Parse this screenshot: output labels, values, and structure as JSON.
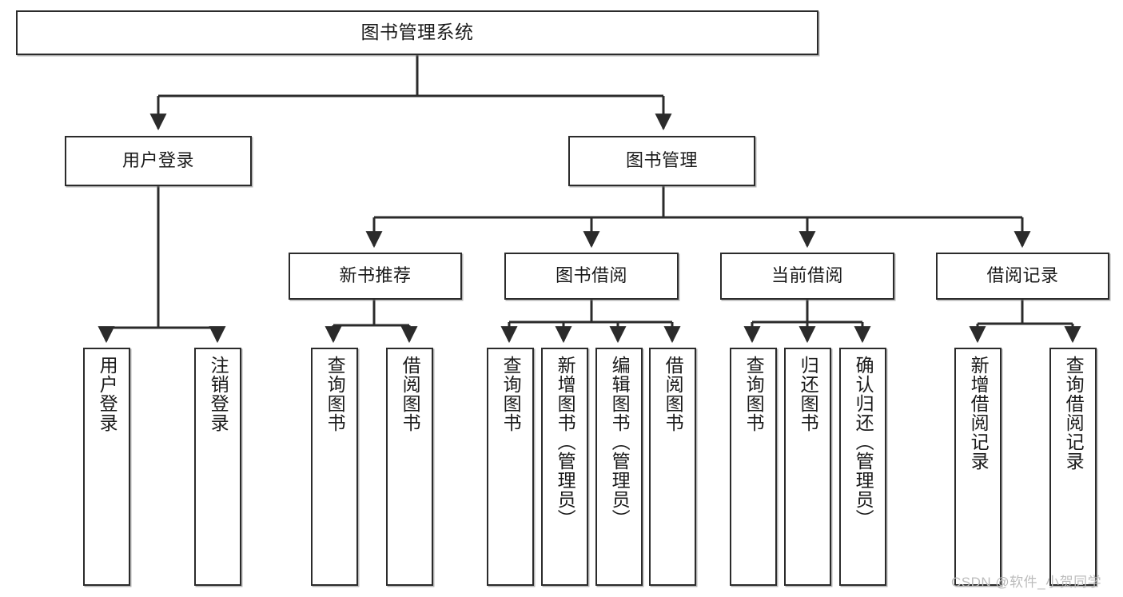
{
  "diagram": {
    "title": "图书管理系统",
    "watermark": "CSDN @软件_小贺同学",
    "line_color": "#2b2b2b",
    "box_fill": "#ffffff",
    "text_color": "#1a1a1a",
    "nodes": {
      "root": "图书管理系统",
      "l2": {
        "user_login": "用户登录",
        "book_manage": "图书管理"
      },
      "l3": {
        "new_book_recommend": "新书推荐",
        "book_borrow": "图书借阅",
        "current_borrow": "当前借阅",
        "borrow_record": "借阅记录"
      },
      "leaves": {
        "user_login_1": "用户登录",
        "user_login_2": "注销登录",
        "recommend_1": "查询图书",
        "recommend_2": "借阅图书",
        "borrow_1": "查询图书",
        "borrow_2": "新增图书（管理员）",
        "borrow_3": "编辑图书（管理员）",
        "borrow_4": "借阅图书",
        "current_1": "查询图书",
        "current_2": "归还图书",
        "current_3": "确认归还（管理员）",
        "record_1": "新增借阅记录",
        "record_2": "查询借阅记录"
      }
    }
  }
}
